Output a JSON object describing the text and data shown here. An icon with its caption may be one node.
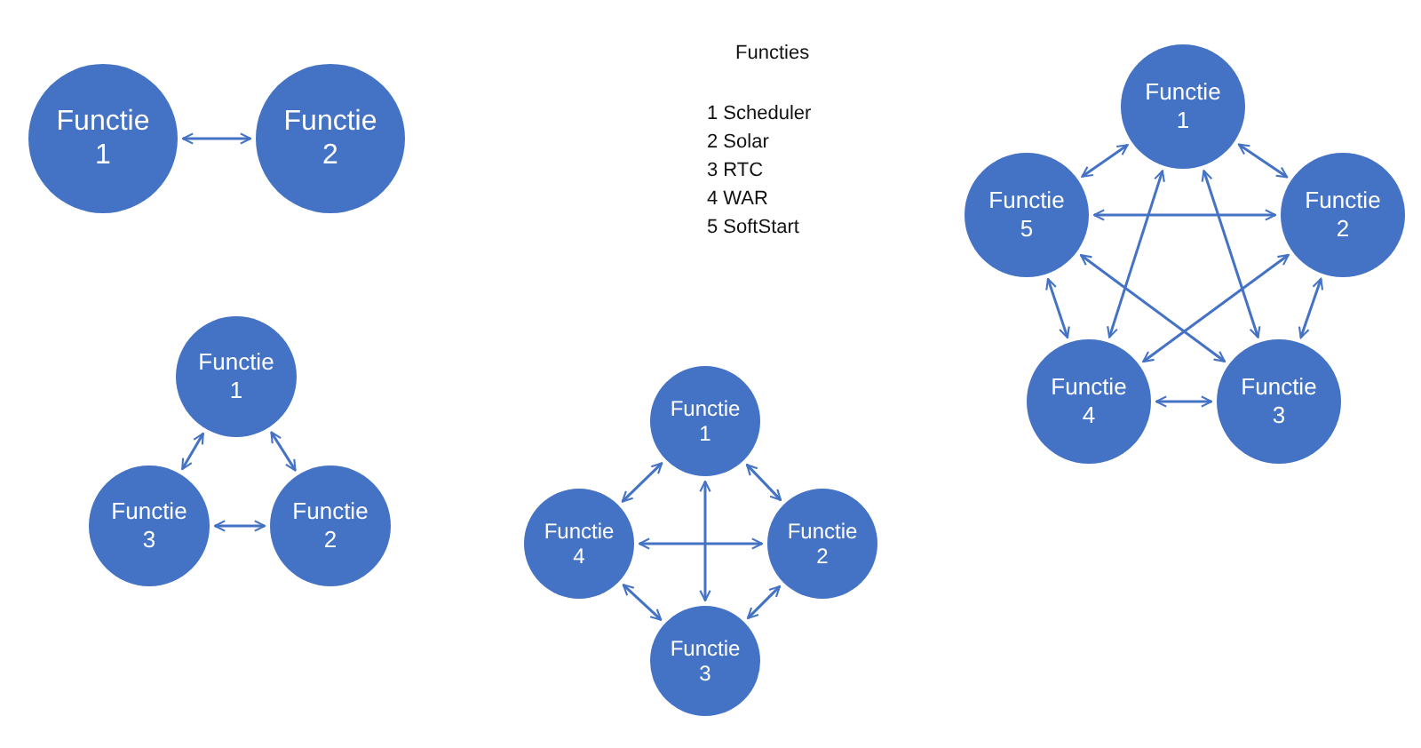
{
  "diagram": {
    "nodes": [
      {
        "text": [
          "Functie 1"
        ]
      },
      {
        "text": [
          "Functie 2"
        ]
      },
      {
        "text": [
          "Functie 1"
        ]
      },
      {
        "text": [
          "Functie 3"
        ]
      },
      {
        "text": [
          "Functie 2"
        ]
      },
      {
        "text": [
          "Functie 1"
        ]
      },
      {
        "text": [
          "Functie 4"
        ]
      },
      {
        "text": [
          "Functie 2"
        ]
      },
      {
        "text": [
          "Functie 3"
        ]
      },
      {
        "text": [
          "Functie 1"
        ]
      },
      {
        "text": [
          "Functie 5"
        ]
      },
      {
        "text": [
          "Functie 2"
        ]
      },
      {
        "text": [
          "Functie 4"
        ]
      },
      {
        "text": [
          "Functie 3"
        ]
      }
    ],
    "edges": [
      {
        "from": 0,
        "to": 1,
        "arrow": "both"
      },
      {
        "from": 2,
        "to": 3,
        "arrow": "both"
      },
      {
        "from": 2,
        "to": 4,
        "arrow": "both"
      },
      {
        "from": 3,
        "to": 4,
        "arrow": "both"
      },
      {
        "from": 5,
        "to": 6,
        "arrow": "both"
      },
      {
        "from": 5,
        "to": 7,
        "arrow": "both"
      },
      {
        "from": 5,
        "to": 8,
        "arrow": "both"
      },
      {
        "from": 6,
        "to": 7,
        "arrow": "both"
      },
      {
        "from": 6,
        "to": 8,
        "arrow": "both"
      },
      {
        "from": 7,
        "to": 8,
        "arrow": "both"
      },
      {
        "from": 9,
        "to": 10,
        "arrow": "both"
      },
      {
        "from": 9,
        "to": 11,
        "arrow": "both"
      },
      {
        "from": 9,
        "to": 12,
        "arrow": "both"
      },
      {
        "from": 9,
        "to": 13,
        "arrow": "both"
      },
      {
        "from": 10,
        "to": 11,
        "arrow": "both"
      },
      {
        "from": 10,
        "to": 12,
        "arrow": "both"
      },
      {
        "from": 10,
        "to": 13,
        "arrow": "both"
      },
      {
        "from": 11,
        "to": 12,
        "arrow": "both"
      },
      {
        "from": 11,
        "to": 13,
        "arrow": "both"
      },
      {
        "from": 12,
        "to": 13,
        "arrow": "both"
      }
    ],
    "labels": [
      "Functies",
      "1 Scheduler",
      "2 Solar",
      "3 RTC",
      "4 WAR",
      "5 SoftStart"
    ]
  }
}
